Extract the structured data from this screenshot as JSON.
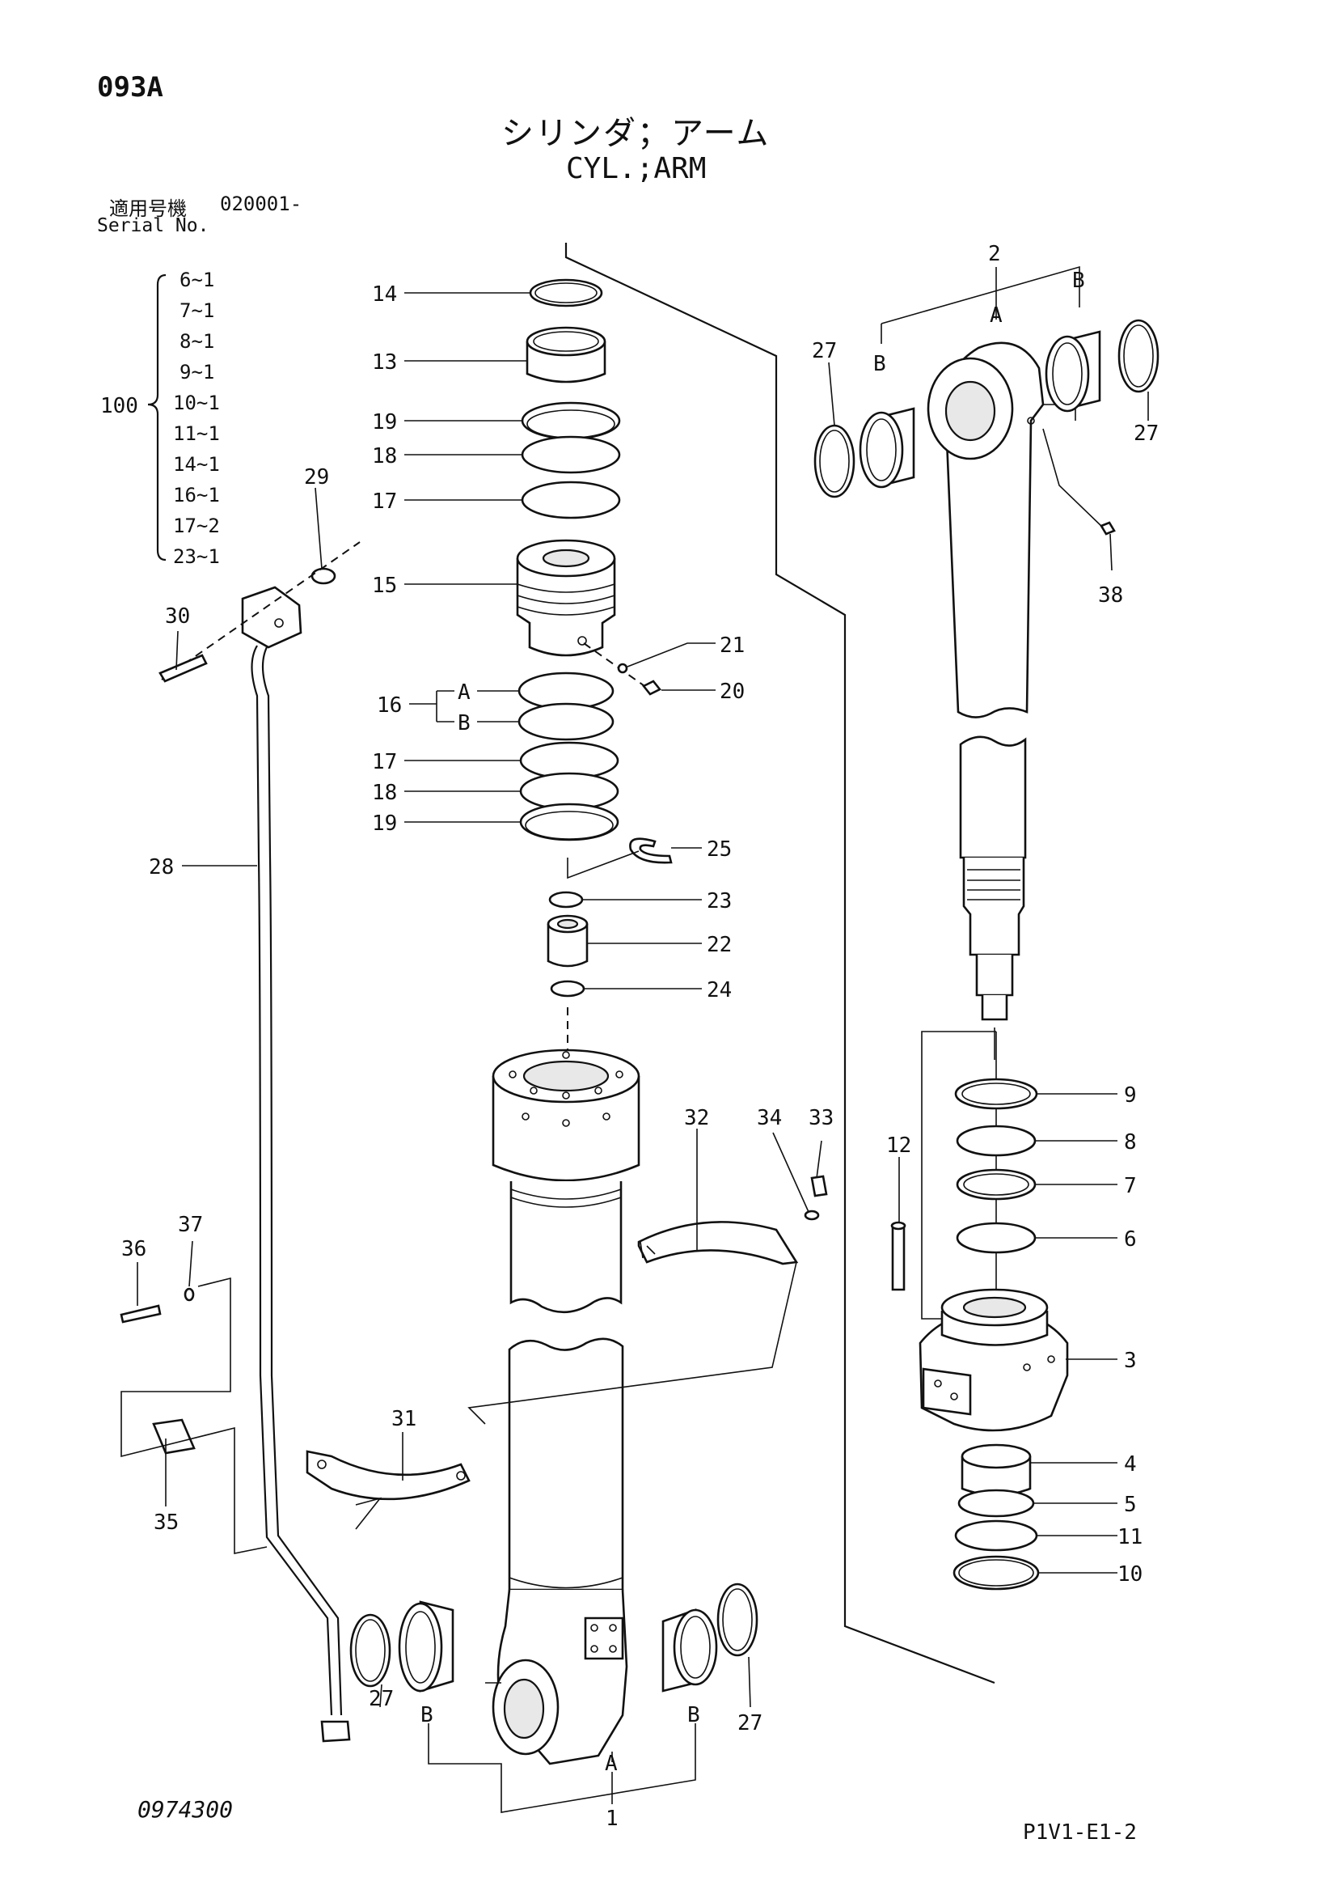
{
  "header": {
    "sheet_code": "093A",
    "title_jp": "シリンダ；アーム",
    "title_en": "CYL.;ARM",
    "serial_label_jp": "適用号機",
    "serial_label_en": "Serial No.",
    "serial_value": "020001-"
  },
  "kit": {
    "number": "100",
    "items": [
      "6~1",
      "7~1",
      "8~1",
      "9~1",
      "10~1",
      "11~1",
      "14~1",
      "16~1",
      "17~2",
      "23~1"
    ]
  },
  "callouts": {
    "p1": "1",
    "p2": "2",
    "p3": "3",
    "p4": "4",
    "p5": "5",
    "p6": "6",
    "p7": "7",
    "p8": "8",
    "p9": "9",
    "p10": "10",
    "p11": "11",
    "p12": "12",
    "p13": "13",
    "p14": "14",
    "p15": "15",
    "p16": "16",
    "p16a": "A",
    "p16b": "B",
    "p17a": "17",
    "p17b": "17",
    "p18a": "18",
    "p18b": "18",
    "p19a": "19",
    "p19b": "19",
    "p20": "20",
    "p21": "21",
    "p22": "22",
    "p23": "23",
    "p24": "24",
    "p25": "25",
    "p27a": "27",
    "p27b": "27",
    "p27c": "27",
    "p27d": "27",
    "p28": "28",
    "p29": "29",
    "p30": "30",
    "p31": "31",
    "p32": "32",
    "p33": "33",
    "p34": "34",
    "p35": "35",
    "p36": "36",
    "p37": "37",
    "p38": "38",
    "a_top": "A",
    "b_top_left": "B",
    "b_top_right": "B",
    "a_bottom": "A",
    "b_bottom_left": "B",
    "b_bottom_right": "B"
  },
  "footer": {
    "drawing_no": "0974300",
    "sheet_ref": "P1V1-E1-2"
  }
}
